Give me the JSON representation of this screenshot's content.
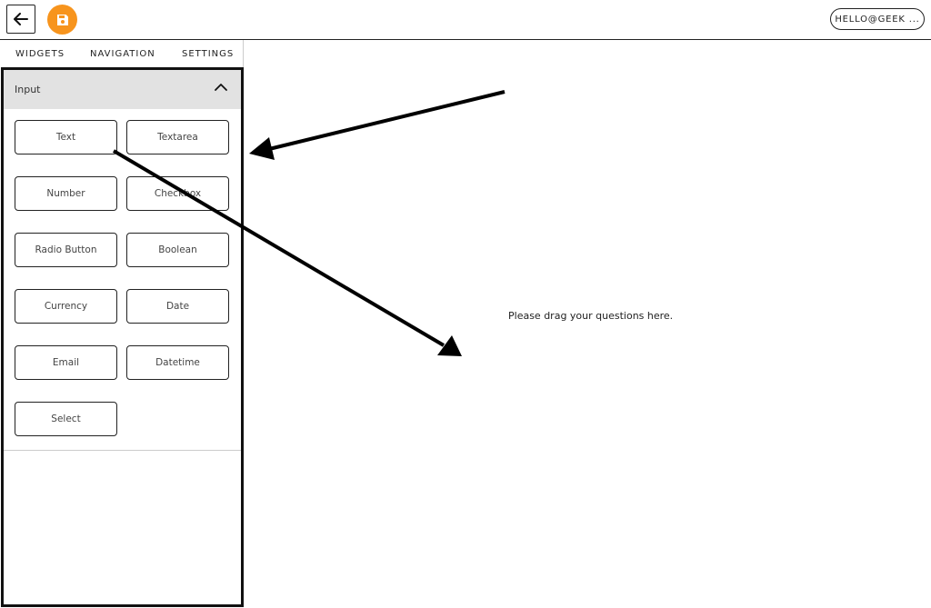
{
  "header": {
    "back_icon": "arrow-left-icon",
    "save_icon": "floppy-disk-icon",
    "save_color": "#f7941d",
    "user_label": "HELLO@GEEK ..."
  },
  "tabs": [
    {
      "label": "WIDGETS"
    },
    {
      "label": "NAVIGATION"
    },
    {
      "label": "SETTINGS"
    }
  ],
  "panel": {
    "section_title": "Input",
    "chevron_icon": "chevron-up-icon",
    "widgets": [
      {
        "label": "Text"
      },
      {
        "label": "Textarea"
      },
      {
        "label": "Number"
      },
      {
        "label": "Checkbox"
      },
      {
        "label": "Radio Button"
      },
      {
        "label": "Boolean"
      },
      {
        "label": "Currency"
      },
      {
        "label": "Date"
      },
      {
        "label": "Email"
      },
      {
        "label": "Datetime"
      },
      {
        "label": "Select"
      }
    ]
  },
  "canvas": {
    "placeholder": "Please drag your questions here."
  },
  "annotations": {
    "arrow_icon": "annotation-arrow-icon",
    "arrow_color": "#000000"
  }
}
